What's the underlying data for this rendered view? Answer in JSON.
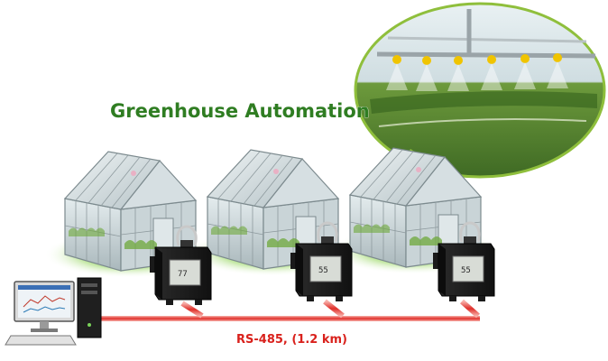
{
  "title": "Greenhouse Automation",
  "bus_label": "RS-485, (1.2 km)",
  "sensors": [
    {
      "display": "77"
    },
    {
      "display": "55"
    },
    {
      "display": "55"
    }
  ],
  "colors": {
    "title": "#2f7d22",
    "bus": "#e0302b",
    "grass": "#8fd14f",
    "glass": "#bcc8cc",
    "frame": "#7c8a8e",
    "device": "#1e1e1e",
    "bubble_border": "#8fbf3c"
  },
  "icons": {
    "computer": "desktop-computer-icon",
    "greenhouse": "greenhouse-icon",
    "sensor": "temperature-humidity-sensor-icon"
  }
}
